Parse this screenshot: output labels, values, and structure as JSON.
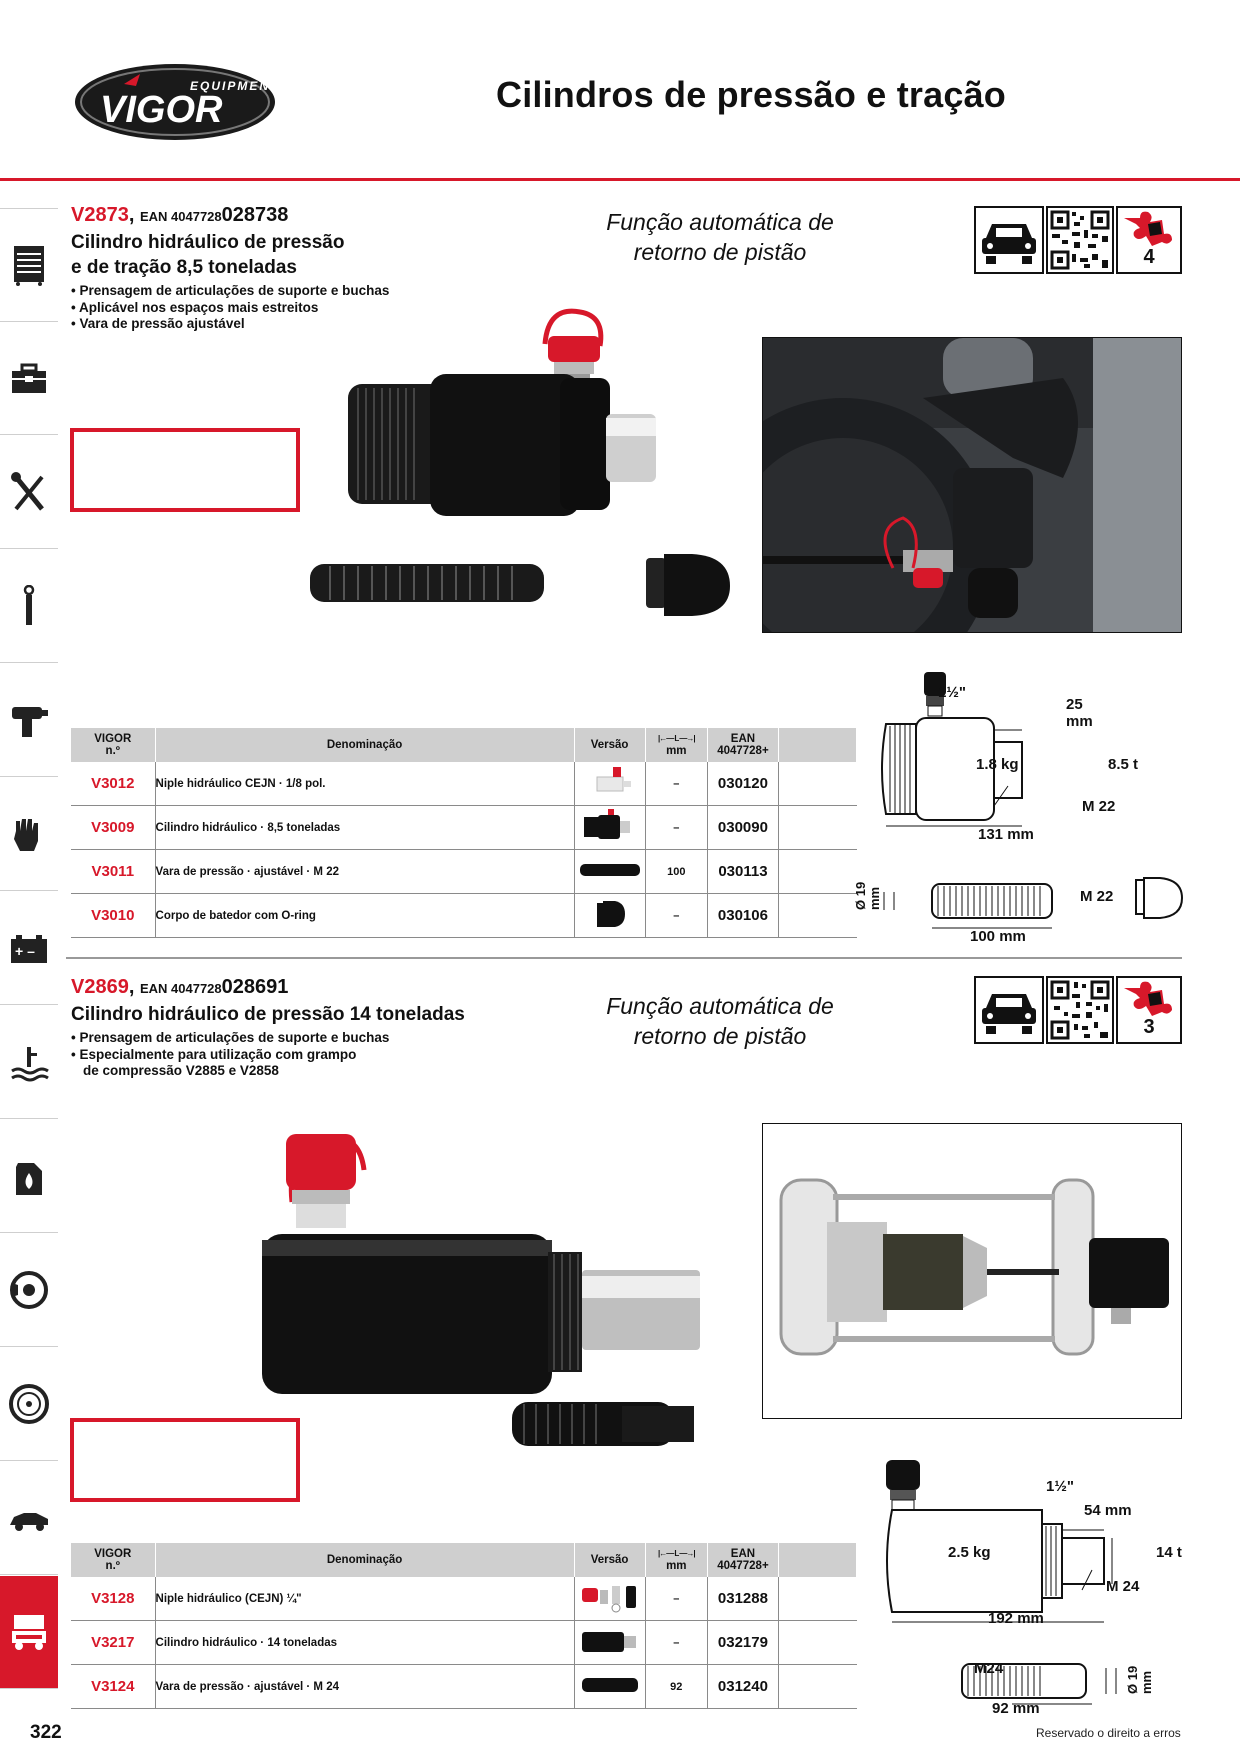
{
  "header": {
    "logo_text": "VIGOR",
    "logo_sub": "EQUIPMENT",
    "title": "Cilindros de pressão e tração"
  },
  "sidebar": {
    "icons": [
      "tool-cabinet-icon",
      "toolbox-icon",
      "wrench-screwdriver-icon",
      "torque-wrench-icon",
      "impact-wrench-icon",
      "gloves-icon",
      "battery-icon",
      "coolant-icon",
      "oil-canister-icon",
      "brake-disc-icon",
      "wheel-icon",
      "car-icon",
      "truck-icon"
    ]
  },
  "products": [
    {
      "code": "V2873",
      "ean_label": "EAN 4047728",
      "ean_suffix": "028738",
      "title_line1": "Cilindro hidráulico de pressão",
      "title_line2": "e de tração 8,5 toneladas",
      "bullets": [
        "Prensagem de articulações de suporte e buchas",
        "Aplicável nos espaços mais estreitos",
        "Vara de pressão ajustável"
      ],
      "feature_line1": "Função automática de",
      "feature_line2": "retorno de pistão",
      "badge_number": "4",
      "table_headers": {
        "no": "VIGOR\nn.º",
        "den": "Denominação",
        "ver": "Versão",
        "l_unit": "mm",
        "ean": "EAN\n4047728+"
      },
      "rows": [
        {
          "no": "V3012",
          "den": "Niple hidráulico CEJN · 1/8 pol.",
          "l": "–",
          "ean": "030120"
        },
        {
          "no": "V3009",
          "den": "Cilindro hidráulico · 8,5 toneladas",
          "l": "–",
          "ean": "030090"
        },
        {
          "no": "V3011",
          "den": "Vara de pressão · ajustável · M 22",
          "l": "100",
          "ean": "030113"
        },
        {
          "no": "V3010",
          "den": "Corpo de batedor com O-ring",
          "l": "–",
          "ean": "030106"
        }
      ],
      "dims": {
        "thread": "1½\"",
        "stroke": "25 mm",
        "weight": "1.8 kg",
        "force": "8.5 t",
        "rod": "M 22",
        "length": "131 mm",
        "bar_dia": "Ø 19 mm",
        "bar_thread": "M 22",
        "bar_length": "100 mm"
      }
    },
    {
      "code": "V2869",
      "ean_label": "EAN 4047728",
      "ean_suffix": "028691",
      "title_line1": "Cilindro hidráulico de pressão 14 toneladas",
      "bullets": [
        "Prensagem de articulações de suporte e buchas",
        "Especialmente para utilização com grampo",
        "de compressão V2885 e V2858"
      ],
      "feature_line1": "Função automática de",
      "feature_line2": "retorno de pistão",
      "badge_number": "3",
      "table_headers": {
        "no": "VIGOR\nn.º",
        "den": "Denominação",
        "ver": "Versão",
        "l_unit": "mm",
        "ean": "EAN\n4047728+"
      },
      "rows": [
        {
          "no": "V3128",
          "den": "Niple hidráulico (CEJN) ¼\"",
          "l": "–",
          "ean": "031288"
        },
        {
          "no": "V3217",
          "den": "Cilindro hidráulico · 14 toneladas",
          "l": "–",
          "ean": "032179"
        },
        {
          "no": "V3124",
          "den": "Vara de pressão · ajustável · M 24",
          "l": "92",
          "ean": "031240"
        }
      ],
      "dims": {
        "thread": "1½\"",
        "stroke": "54 mm",
        "weight": "2.5 kg",
        "force": "14 t",
        "rod": "M 24",
        "length": "192 mm",
        "bar_dia": "Ø 19 mm",
        "bar_thread": "M24",
        "bar_length": "92 mm"
      }
    }
  ],
  "footer": {
    "page_number": "322",
    "note": "Reservado o direito a erros"
  }
}
